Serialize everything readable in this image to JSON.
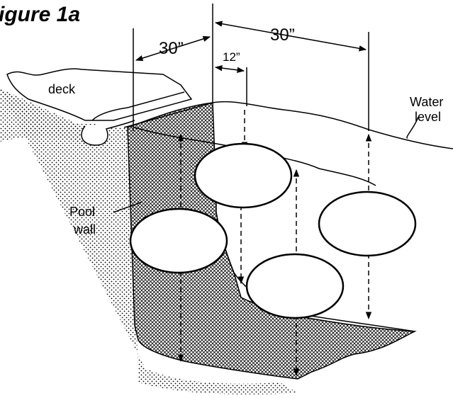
{
  "figure": {
    "title": "igure 1a",
    "dimensions": {
      "left_spacing": "30”",
      "right_spacing": "30”",
      "below_water": "12”"
    },
    "labels": {
      "deck": "deck",
      "water_line1": "Water",
      "water_line2": "level",
      "pool_line1": "Pool",
      "pool_line2": "wall"
    }
  }
}
